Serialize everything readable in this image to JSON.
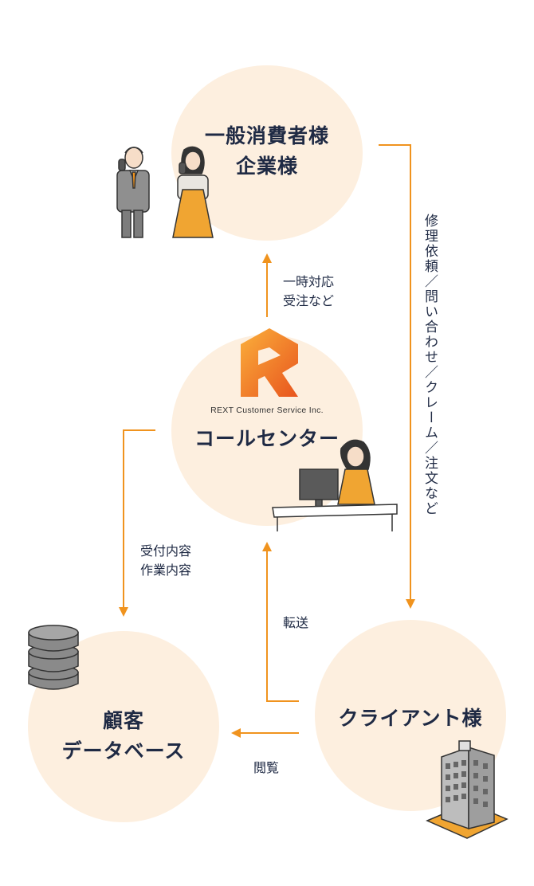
{
  "nodes": {
    "consumers": {
      "line1": "一般消費者様",
      "line2": "企業様"
    },
    "call_center": {
      "brand": "REXT Customer Service Inc.",
      "title": "コールセンター"
    },
    "database": {
      "line1": "顧客",
      "line2": "データベース"
    },
    "client": {
      "title": "クライアント様"
    }
  },
  "edges": {
    "to_consumers": {
      "line1": "一時対応",
      "line2": "受注など"
    },
    "to_client": "修理依頼／問い合わせ／クレーム／注文など",
    "to_database": {
      "line1": "受付内容",
      "line2": "作業内容"
    },
    "transfer": "転送",
    "browse": "閲覧"
  },
  "colors": {
    "circle_fill": "#fdefdf",
    "arrow": "#f0931e",
    "text": "#1f2a44",
    "logo_gradient": [
      "#fbb03b",
      "#e8551e"
    ]
  },
  "icons": [
    "people-on-phone-icon",
    "rext-logo-icon",
    "operator-at-desk-icon",
    "database-icon",
    "office-building-icon"
  ]
}
